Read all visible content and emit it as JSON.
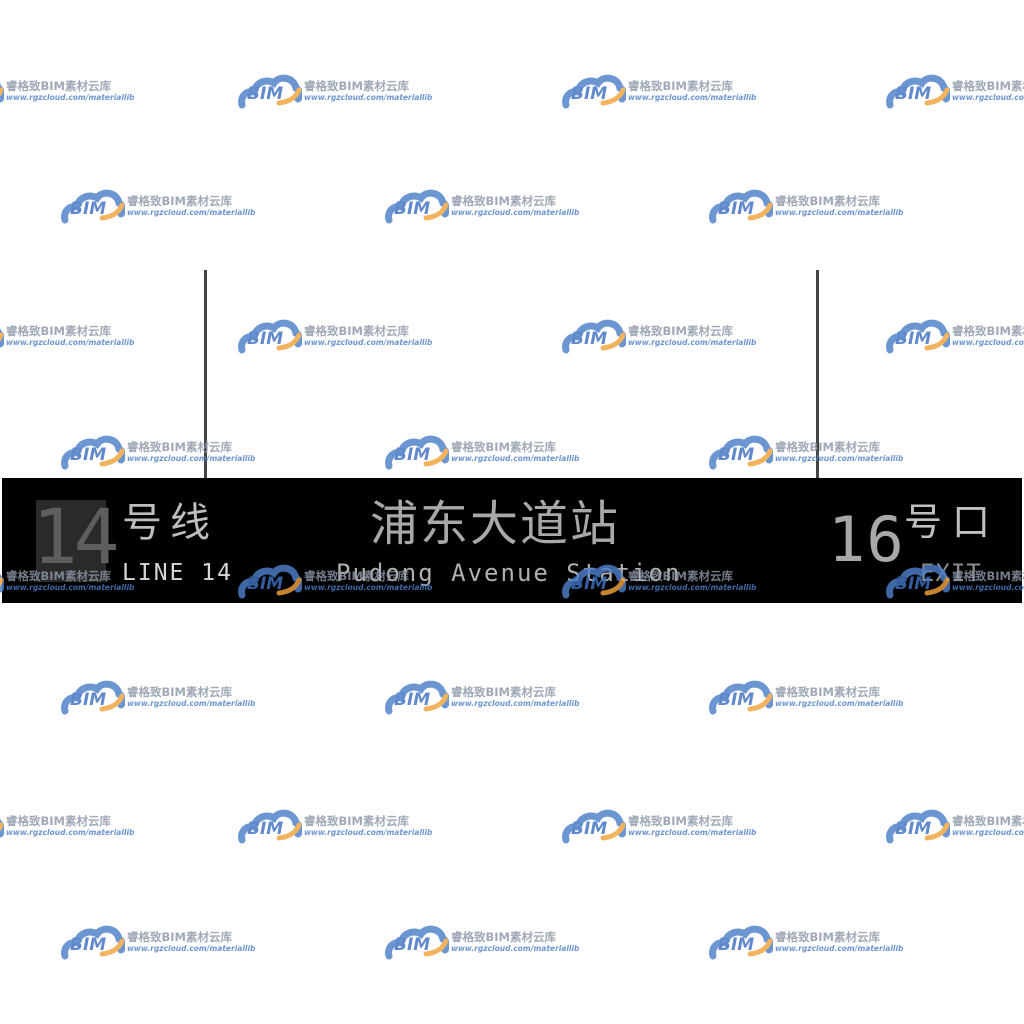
{
  "sign": {
    "line_number": "14",
    "line_zh": "号线",
    "line_en": "LINE 14",
    "station_zh": "浦东大道站",
    "station_en": "Pudong Avenue Station",
    "exit_number": "16",
    "exit_zh": "号口",
    "exit_en": "EXIT"
  },
  "watermark": {
    "logo_text": "BIM",
    "title": "睿格致BIM素材云库",
    "url": "www.rgzcloud.com/materiallib"
  },
  "colors": {
    "sign_background": "#000000",
    "sign_text": "#bdbdbd",
    "watermark_blue": "#3f71c1",
    "watermark_orange": "#f0a33c",
    "watermark_gray": "#8c97a8"
  }
}
